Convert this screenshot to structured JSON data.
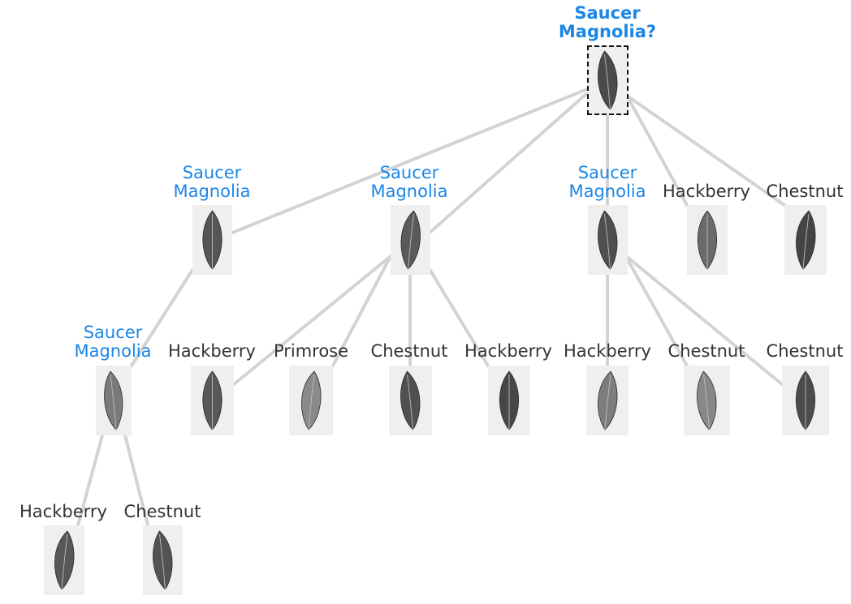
{
  "colors": {
    "accent": "#1a86e6",
    "text": "#333333",
    "edge": "#d3d3d3",
    "thumb_bg": "#efefef"
  },
  "tree": {
    "root": {
      "label": "Saucer\nMagnolia?"
    },
    "level1": [
      {
        "label": "Saucer\nMagnolia"
      },
      {
        "label": "Saucer\nMagnolia"
      },
      {
        "label": "Saucer\nMagnolia"
      },
      {
        "label": "Hackberry"
      },
      {
        "label": "Chestnut"
      }
    ],
    "level2": [
      {
        "label": "Saucer\nMagnolia"
      },
      {
        "label": "Hackberry"
      },
      {
        "label": "Primrose"
      },
      {
        "label": "Chestnut"
      },
      {
        "label": "Hackberry"
      },
      {
        "label": "Hackberry"
      },
      {
        "label": "Chestnut"
      },
      {
        "label": "Chestnut"
      }
    ],
    "level3": [
      {
        "label": "Hackberry"
      },
      {
        "label": "Chestnut"
      }
    ]
  }
}
